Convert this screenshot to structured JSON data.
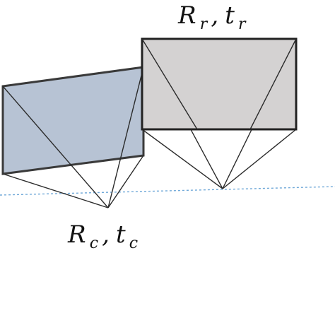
{
  "labels": {
    "camera_rotation": "R",
    "camera_rotation_sub": "c",
    "camera_sep": ",",
    "camera_translation": "t",
    "camera_translation_sub": "c",
    "reference_rotation": "R",
    "reference_rotation_sub": "r",
    "reference_sep": ",",
    "reference_translation": "t",
    "reference_translation_sub": "r"
  },
  "colors": {
    "camera_plane_fill": "#b7c3d4",
    "camera_plane_stroke": "#3a3a3a",
    "reference_plane_fill": "#d4d2d2",
    "reference_plane_stroke": "#222222",
    "ray_stroke": "#2b2b2b",
    "baseline_stroke": "#6fa8d8"
  }
}
